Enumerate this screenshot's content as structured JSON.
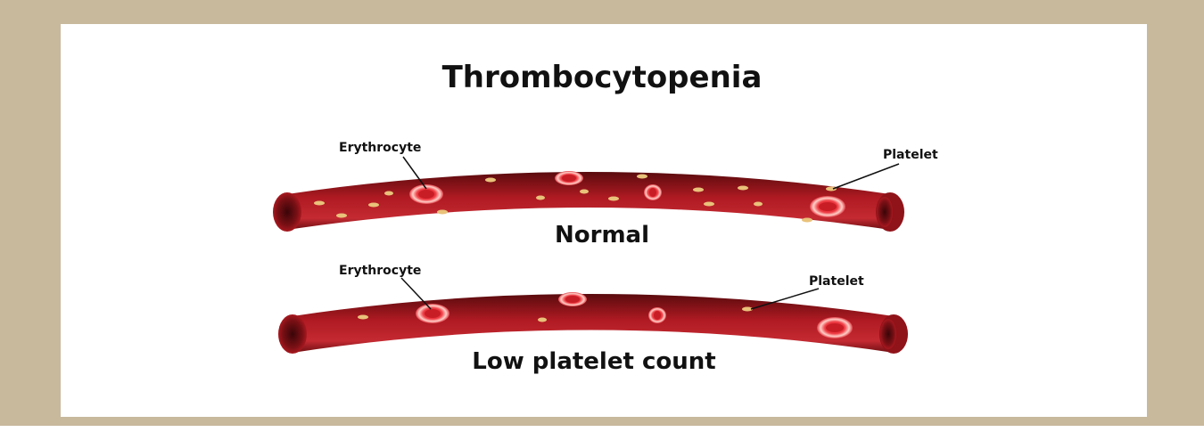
{
  "title": "Thrombocytopenia",
  "panels": [
    {
      "caption": "Normal",
      "labels": {
        "left": "Erythrocyte",
        "right": "Platelet"
      }
    },
    {
      "caption": "Low platelet count",
      "labels": {
        "left": "Erythrocyte",
        "right": "Platelet"
      }
    }
  ],
  "colors": {
    "frame": "#c8b89c",
    "vessel_dark": "#6e0f12",
    "vessel_mid": "#a5151d",
    "vessel_light": "#c9323a",
    "erythrocyte": "#e8323c",
    "platelet": "#e9c27a"
  }
}
